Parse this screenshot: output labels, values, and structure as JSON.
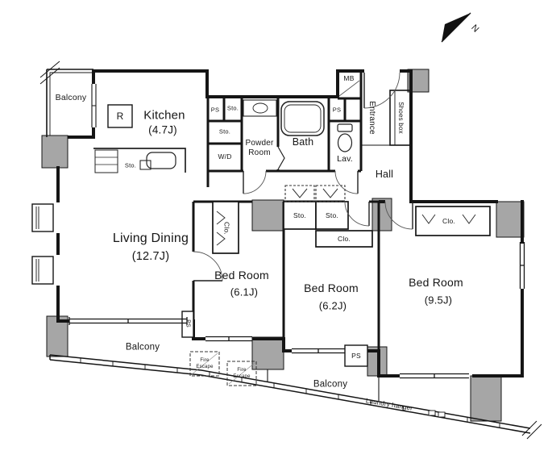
{
  "compass": {
    "north": "N"
  },
  "rooms": {
    "balcony_top": "Balcony",
    "kitchen": {
      "name": "Kitchen",
      "size": "(4.7J)"
    },
    "powder_room": {
      "line1": "Powder",
      "line2": "Room"
    },
    "bath": "Bath",
    "lav": "Lav.",
    "entrance": "Entrance",
    "shoes_box": "Shoes box",
    "hall": "Hall",
    "living_dining": {
      "name": "Living Dining",
      "size": "(12.7J)"
    },
    "bedroom_6_1": {
      "name": "Bed Room",
      "size": "(6.1J)"
    },
    "bedroom_6_2": {
      "name": "Bed Room",
      "size": "(6.2J)"
    },
    "bedroom_9_5": {
      "name": "Bed Room",
      "size": "(9.5J)"
    },
    "balcony_bottom_left": "Balcony",
    "balcony_bottom_center": "Balcony"
  },
  "fixtures": {
    "refrigerator": "R",
    "washer_dryer": "W/D",
    "meter_box": "MB",
    "storage": "Sto.",
    "closet": "Clo.",
    "pipe_space": "PS",
    "fire_escape": {
      "line1": "Fire",
      "line2": "Escape"
    },
    "laundry_hanger": "Laundry hanger"
  }
}
